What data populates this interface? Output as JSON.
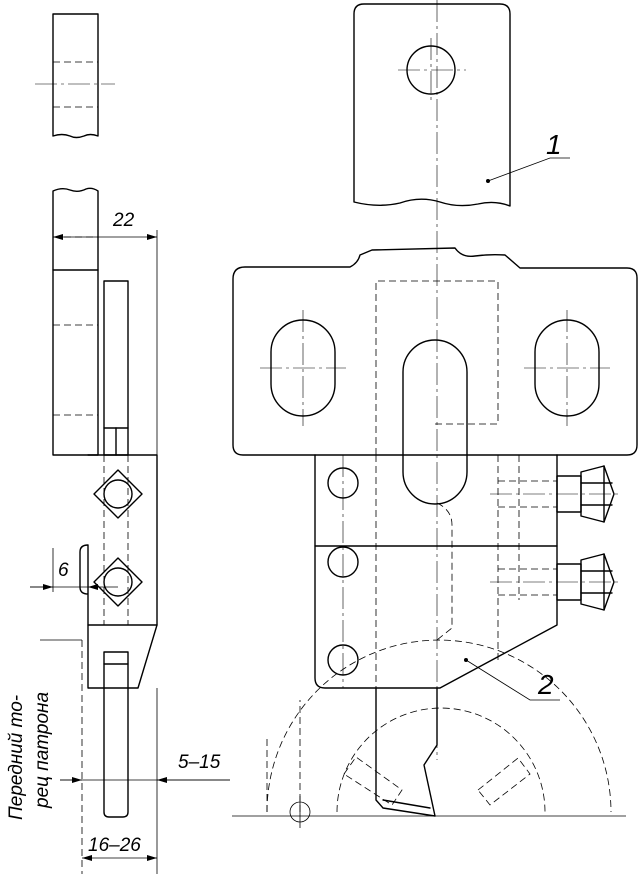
{
  "labels": {
    "part_1": "1",
    "part_2": "2",
    "dim_width": "22",
    "dim_offset": "6",
    "dim_gap": "5–15",
    "dim_range": "16–26",
    "chuck_face_line1": "Передний то-",
    "chuck_face_line2": "рец патрона"
  }
}
